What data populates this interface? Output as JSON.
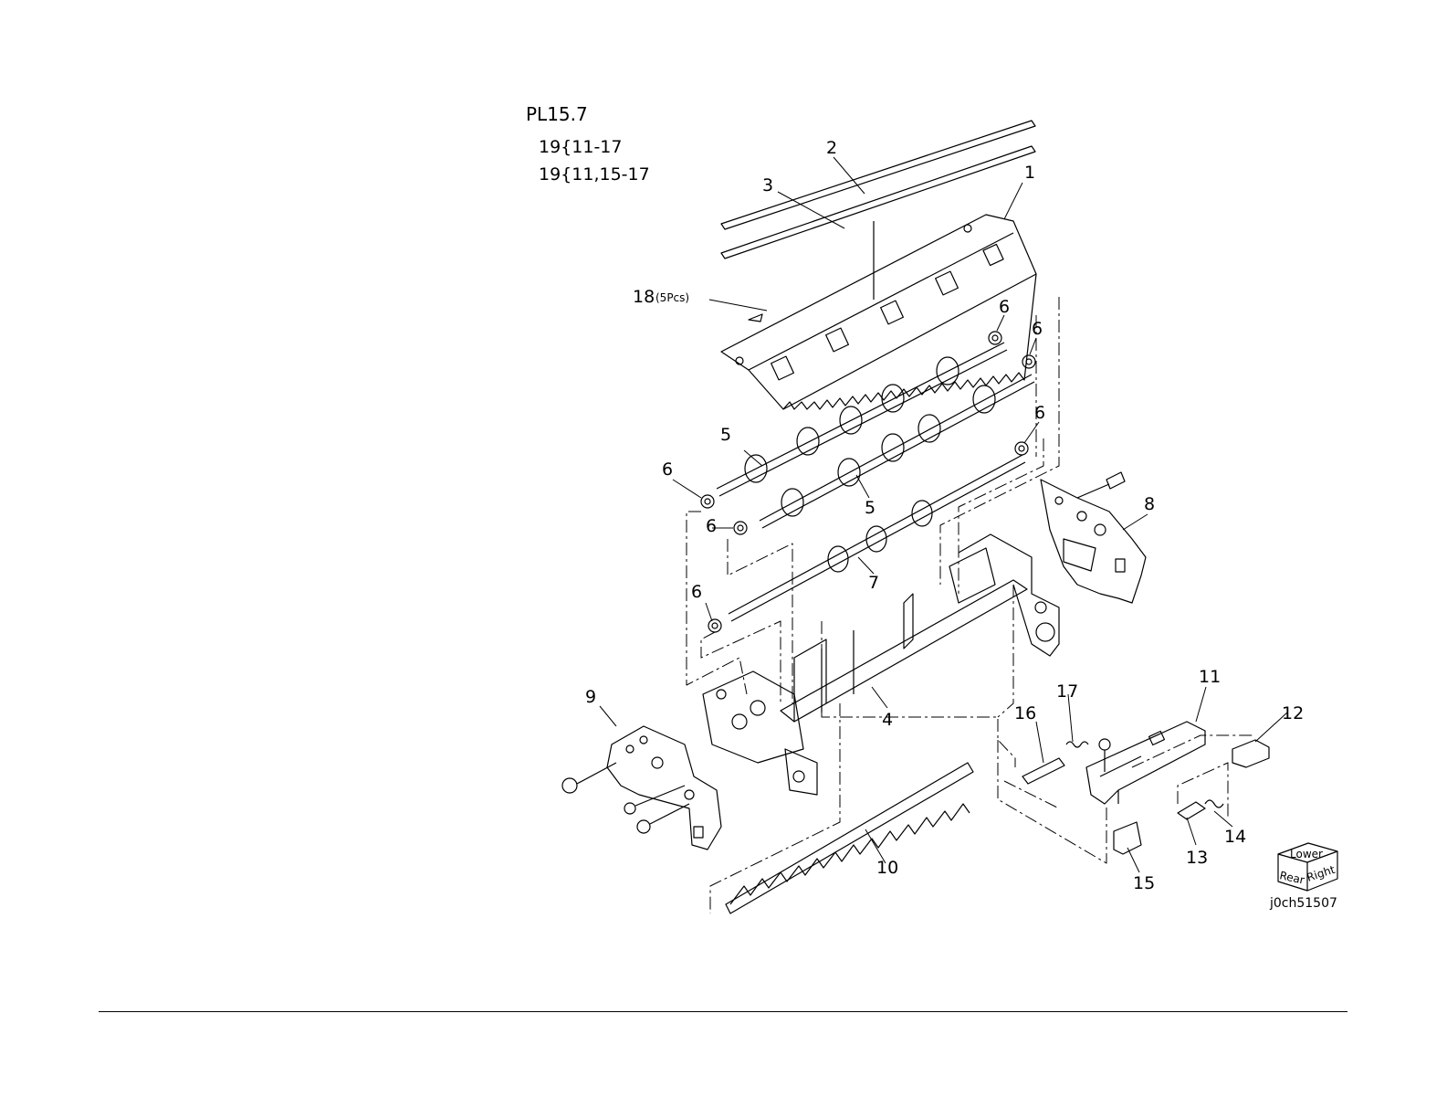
{
  "header": {
    "plate": "PL15.7",
    "note_line_1": "19{11-17",
    "note_line_2": "19{11,15-17"
  },
  "callouts": {
    "c1": "1",
    "c2": "2",
    "c3": "3",
    "c4": "4",
    "c5a": "5",
    "c5b": "5",
    "c6a": "6",
    "c6b": "6",
    "c6c": "6",
    "c6d": "6",
    "c6e": "6",
    "c6f": "6",
    "c7": "7",
    "c8": "8",
    "c9": "9",
    "c10": "10",
    "c11": "11",
    "c12": "12",
    "c13": "13",
    "c14": "14",
    "c15": "15",
    "c16": "16",
    "c17": "17",
    "c18": "18",
    "c18_qty": "(5Pcs)"
  },
  "orientation_cube": {
    "top": "Lower",
    "left": "Rear",
    "right": "Right"
  },
  "image_code": "j0ch51507"
}
